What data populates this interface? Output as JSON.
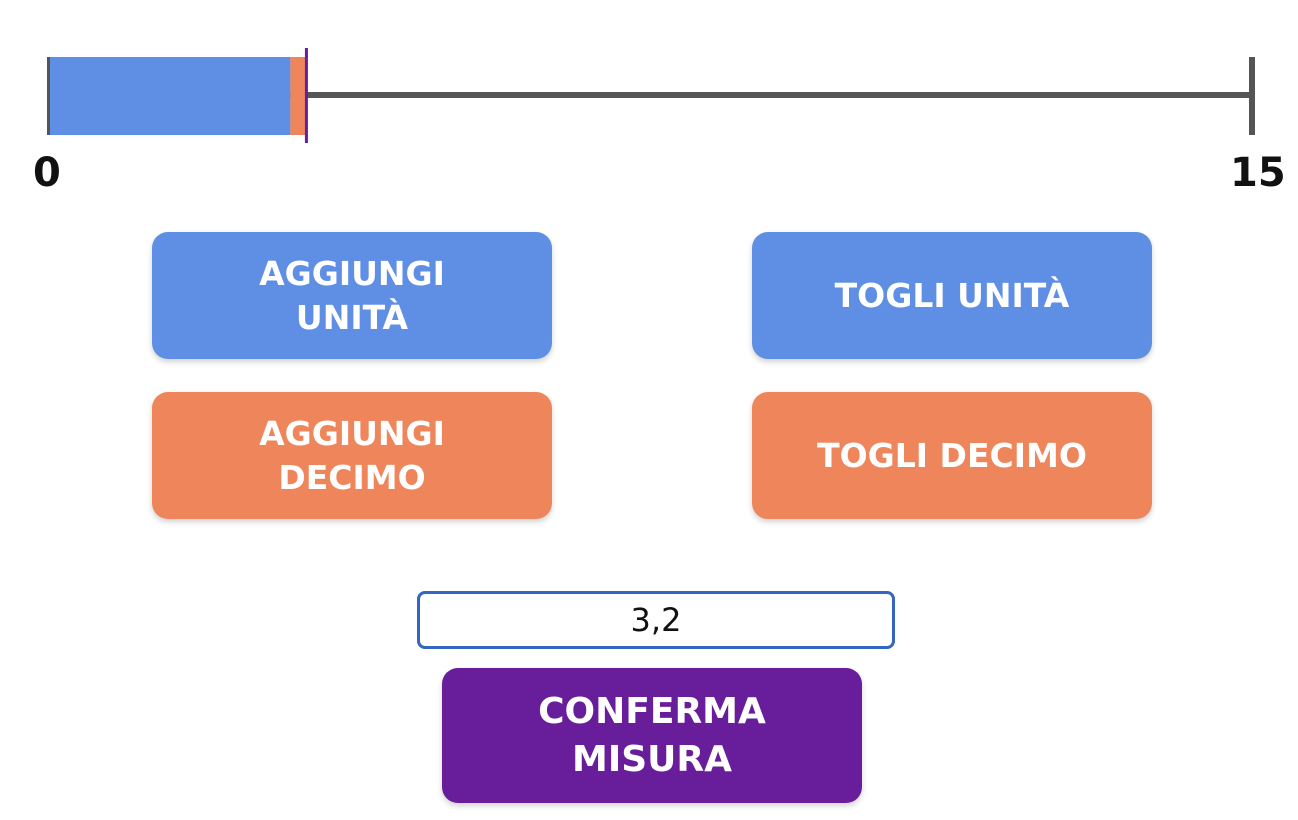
{
  "ruler": {
    "min_label": "0",
    "max_label": "15",
    "min": 0,
    "max": 15,
    "current_value": 3.2,
    "units_value": 3,
    "tenths_value": 0.2,
    "units_color": "#5f8ee5",
    "tenths_color": "#ef865b",
    "axis_color": "#555555",
    "marker_color": "#681d9b"
  },
  "buttons": {
    "add_unit": "AGGIUNGI UNITÀ",
    "remove_unit": "TOGLI UNITÀ",
    "add_tenth": "AGGIUNGI DECIMO",
    "remove_tenth": "TOGLI DECIMO",
    "confirm": "CONFERMA MISURA"
  },
  "answer": {
    "value": "3,2"
  },
  "colors": {
    "blue": "#5f8ee5",
    "orange": "#ef865b",
    "purple": "#681d9b",
    "input_border": "#3465c4"
  }
}
